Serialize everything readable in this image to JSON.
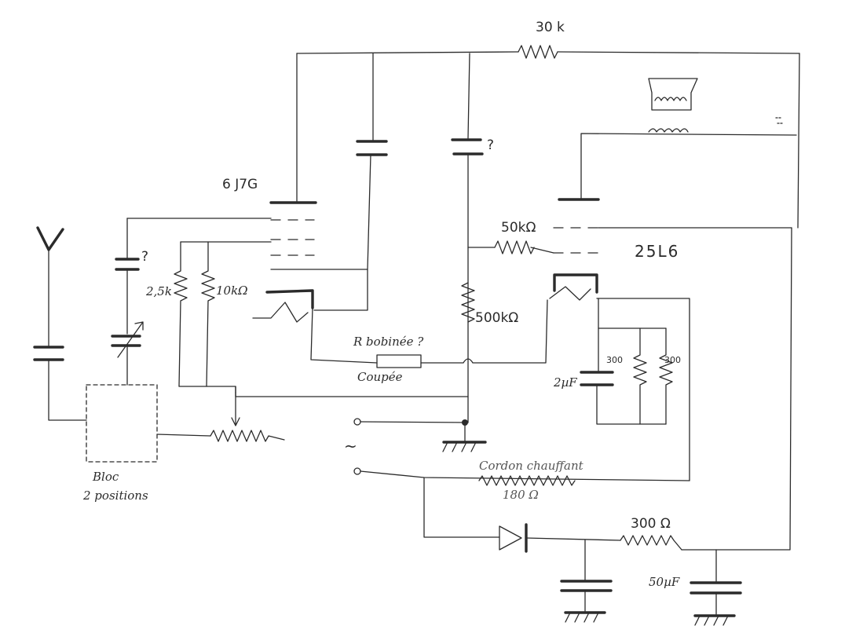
{
  "labels": {
    "r_30k": "30 k",
    "tube_6j7g": "6 J7G",
    "tube_25l6": "25L6",
    "r_50k": "50kΩ",
    "cap_q_top": "?",
    "cap_q_left": "?",
    "r_2k5": "2,5k",
    "r_10k": "10kΩ",
    "r_500k": "500kΩ",
    "r_bobinee": "R bobinée ?",
    "coupee": "Coupée",
    "cap_2uf": "2µF",
    "r_300a": "300",
    "r_300b": "300",
    "ac_symbol": "~",
    "bloc_line1": "Bloc",
    "bloc_line2": "2 positions",
    "cordon": "Cordon chauffant",
    "r_180": "180 Ω",
    "r_300ohm": "300 Ω",
    "cap_50uf": "50µF"
  },
  "icons": {
    "antenna": "antenna-icon",
    "speaker": "loudspeaker-icon",
    "ground": "ground-icon",
    "diode": "diode-icon"
  }
}
